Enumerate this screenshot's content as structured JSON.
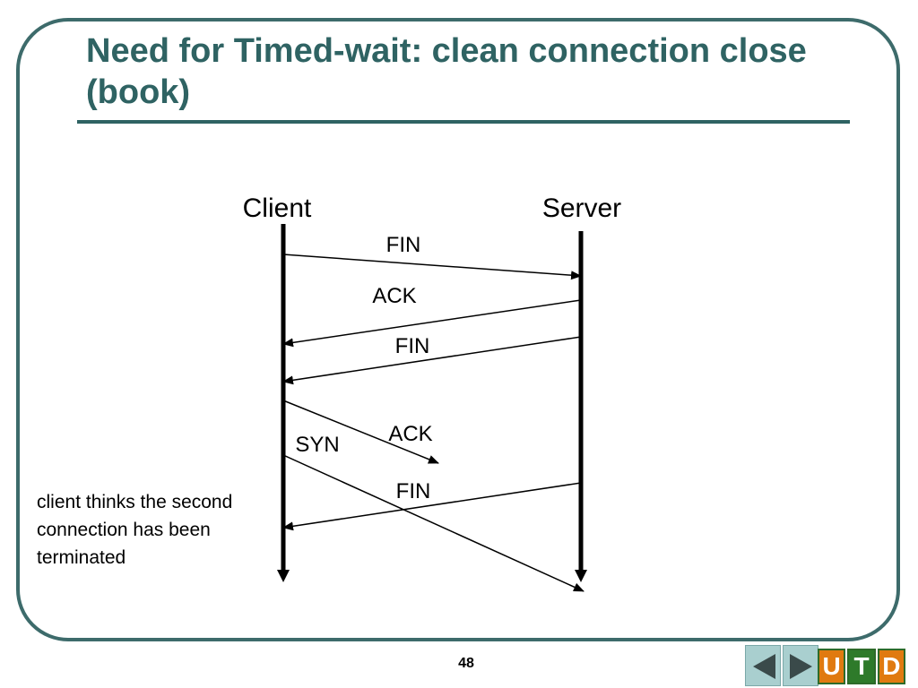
{
  "slide": {
    "title": "Need for Timed-wait: clean connection close (book)",
    "page_number": "48"
  },
  "diagram": {
    "client_label": "Client",
    "server_label": "Server",
    "messages": [
      {
        "label": "FIN",
        "from": "client",
        "to": "server"
      },
      {
        "label": "ACK",
        "from": "server",
        "to": "client"
      },
      {
        "label": "FIN",
        "from": "server",
        "to": "client"
      },
      {
        "label": "ACK",
        "from": "client",
        "to": "lost"
      },
      {
        "label": "SYN",
        "from": "client",
        "to": "server"
      },
      {
        "label": "FIN",
        "from": "server",
        "to": "client"
      }
    ],
    "note": "client thinks the second connection has been terminated"
  },
  "navigation": {
    "back_icon": "triangle-left-icon",
    "forward_icon": "triangle-right-icon"
  },
  "logo": {
    "letters": [
      "U",
      "T",
      "D"
    ],
    "colors": [
      "#e07a10",
      "#2e7a2a",
      "#e07a10"
    ]
  },
  "colors": {
    "title": "#2f6363",
    "frame": "#3d6b6b",
    "nav_button": "#a9cfcf"
  }
}
